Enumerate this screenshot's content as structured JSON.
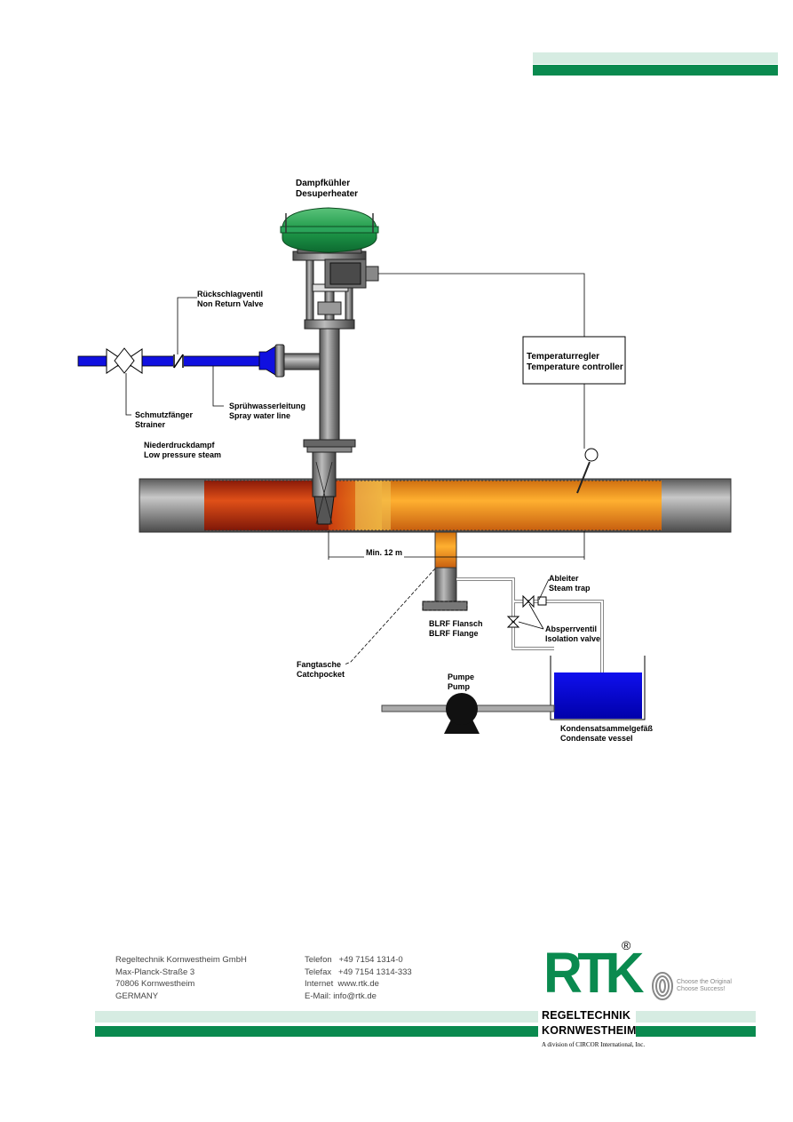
{
  "header": {
    "accent_light": "#d6ece2",
    "accent_dark": "#0a8a4f"
  },
  "diagram": {
    "desuperheater": {
      "de": "Dampfkühler",
      "en": "Desuperheater"
    },
    "non_return_valve": {
      "de": "Rückschlagventil",
      "en": "Non Return Valve"
    },
    "temperature_controller": {
      "de": "Temperaturregler",
      "en": "Temperature controller"
    },
    "strainer": {
      "de": "Schmutzfänger",
      "en": "Strainer"
    },
    "spray_water_line": {
      "de": "Sprühwasserleitung",
      "en": "Spray water line"
    },
    "low_pressure_steam": {
      "de": "Niederdruckdampf",
      "en": "Low pressure steam"
    },
    "distance": "Min. 12 m",
    "steam_trap": {
      "de": "Ableiter",
      "en": "Steam trap"
    },
    "blrf_flange": {
      "de": "BLRF Flansch",
      "en": "BLRF Flange"
    },
    "isolation_valve": {
      "de": "Absperrventil",
      "en": "Isolation valve"
    },
    "catchpocket": {
      "de": "Fangtasche",
      "en": "Catchpocket"
    },
    "pump": {
      "de": "Pumpe",
      "en": "Pump"
    },
    "condensate_vessel": {
      "de": "Kondensatsammelgefäß",
      "en": "Condensate vessel"
    },
    "colors": {
      "spray_water": "#1010e0",
      "actuator": "#1f9a4a",
      "steam_hot": "#d04010",
      "steam_warm": "#f5a020",
      "vessel": "#0000cc",
      "pipe": "#808080"
    }
  },
  "footer": {
    "address": [
      "Regeltechnik Kornwestheim GmbH",
      "Max-Planck-Straße 3",
      "70806 Kornwestheim",
      "GERMANY"
    ],
    "contact": [
      "Telefon   +49 7154 1314-0",
      "Telefax   +49 7154 1314-333",
      "Internet  www.rtk.de",
      "E-Mail: info@rtk.de"
    ],
    "logo": {
      "letters": "RTK",
      "registered": "®",
      "company_line1": "REGELTECHNIK",
      "company_line2": "KORNWESTHEIM",
      "division": "A division of CIRCOR International, Inc.",
      "slogan": [
        "Choose the Original",
        "Choose Success!"
      ]
    }
  }
}
